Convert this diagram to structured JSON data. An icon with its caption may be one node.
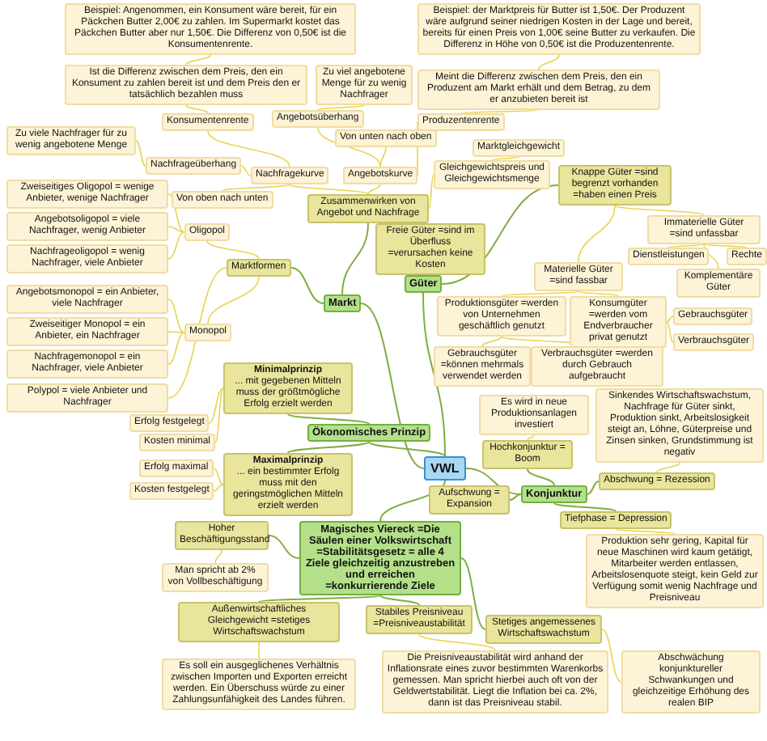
{
  "diagram": {
    "nodes": [
      {
        "text": [
          "VWL"
        ]
      },
      {
        "text": [
          "Markt"
        ]
      },
      {
        "text": [
          "Zusammenwirken von Angebot und Nachfrage"
        ]
      },
      {
        "text": [
          "Nachfragekurve"
        ]
      },
      {
        "text": [
          "Konsumentenrente"
        ]
      },
      {
        "text": [
          "Ist die Differenz zwischen dem Preis, den ein Konsument zu zahlen bereit ist und dem Preis den er tatsächlich bezahlen muss"
        ]
      },
      {
        "text": [
          "Beispiel: Angenommen, ein Konsument wäre bereit, für ein Päckchen Butter 2,00€ zu zahlen. Im Supermarkt kostet das Päckchen Butter aber nur 1,50€. Die Differenz von 0,50€ ist die Konsumentenrente."
        ]
      },
      {
        "text": [
          "Von oben nach unten"
        ]
      },
      {
        "text": [
          "Nachfrageüberhang"
        ]
      },
      {
        "text": [
          "Zu viele Nachfrager für zu wenig angebotene Menge"
        ]
      },
      {
        "text": [
          "Angebotskurve"
        ]
      },
      {
        "text": [
          "Angebotsüberhang"
        ]
      },
      {
        "text": [
          "Zu viel angebotene Menge für zu wenig Nachfrager"
        ]
      },
      {
        "text": [
          "Von unten nach oben"
        ]
      },
      {
        "text": [
          "Produzentenrente"
        ]
      },
      {
        "text": [
          "Meint die Differenz zwischen dem Preis, den ein Produzent am Markt erhält und dem Betrag, zu dem er anzubieten bereit ist"
        ]
      },
      {
        "text": [
          "Beispiel: der Marktpreis für Butter ist 1,50€. Der Produzent wäre aufgrund seiner niedrigen Kosten in der Lage und bereit, bereits für einen Preis von 1,00€ seine Butter zu verkaufen. Die Differenz in Höhe von 0,50€ ist die Produzentenrente."
        ]
      },
      {
        "text": [
          "Gleichgewichtspreis und Gleichgewichtsmenge"
        ]
      },
      {
        "text": [
          "Marktgleichgewicht"
        ]
      },
      {
        "text": [
          "Marktformen"
        ]
      },
      {
        "text": [
          "Oligopol"
        ]
      },
      {
        "text": [
          "Zweiseitiges Oligopol = wenige Anbieter, wenige Nachfrager"
        ]
      },
      {
        "text": [
          "Angebotsoligopol = viele Nachfrager, wenig Anbieter"
        ]
      },
      {
        "text": [
          "Nachfrageoligopol = wenig Nachfrager, viele Anbieter"
        ]
      },
      {
        "text": [
          "Monopol"
        ]
      },
      {
        "text": [
          "Angebotsmonopol = ein Anbieter, viele Nachfrager"
        ]
      },
      {
        "text": [
          "Zweiseitiger Monopol = ein Anbieter, ein Nachfrager"
        ]
      },
      {
        "text": [
          "Nachfragemonopol = ein Nachfrager, viele Anbieter"
        ]
      },
      {
        "text": [
          "Polypol = viele Anbieter und Nachfrager"
        ]
      },
      {
        "text": [
          "Ökonomisches Prinzip"
        ]
      },
      {
        "text": [
          "Minimalprinzip",
          "... mit gegebenen Mitteln muss der größtmögliche Erfolg erzielt werden"
        ]
      },
      {
        "text": [
          "Erfolg festgelegt"
        ]
      },
      {
        "text": [
          "Kosten minimal"
        ]
      },
      {
        "text": [
          "Maximalprinzip",
          "... ein bestimmter Erfolg muss mit den geringstmöglichen Mitteln erzielt werden"
        ]
      },
      {
        "text": [
          "Erfolg maximal"
        ]
      },
      {
        "text": [
          "Kosten festgelegt"
        ]
      },
      {
        "text": [
          "Güter"
        ]
      },
      {
        "text": [
          "Knappe Güter =sind begrenzt vorhanden =haben einen Preis"
        ]
      },
      {
        "text": [
          "Materielle Güter =sind fassbar"
        ]
      },
      {
        "text": [
          "Produktionsgüter =werden von Unternehmen geschäftlich genutzt"
        ]
      },
      {
        "text": [
          "Gebrauchsgüter =können mehrmals verwendet werden"
        ]
      },
      {
        "text": [
          "Verbrauchsgüter =werden durch Gebrauch aufgebraucht"
        ]
      },
      {
        "text": [
          "Konsumgüter =werden vom Endverbraucher privat genutzt"
        ]
      },
      {
        "text": [
          "Gebrauchsgüter"
        ]
      },
      {
        "text": [
          "Verbrauchsgüter"
        ]
      },
      {
        "text": [
          "Immaterielle Güter =sind unfassbar"
        ]
      },
      {
        "text": [
          "Rechte"
        ]
      },
      {
        "text": [
          "Komplementäre Güter"
        ]
      },
      {
        "text": [
          "Dienstleistungen"
        ]
      },
      {
        "text": [
          "Freie Güter =sind im Überfluss =verursachen keine Kosten"
        ]
      },
      {
        "text": [
          "Konjunktur"
        ]
      },
      {
        "text": [
          "Hochkonjunktur = Boom"
        ]
      },
      {
        "text": [
          "Es wird in neue Produktionsanlagen investiert"
        ]
      },
      {
        "text": [
          "Abschwung = Rezession"
        ]
      },
      {
        "text": [
          "Sinkendes Wirtschaftswachstum, Nachfrage für Güter sinkt, Produktion sinkt, Arbeitslosigkeit steigt an, Löhne, Güterpreise und Zinsen sinken, Grundstimmung ist negativ"
        ]
      },
      {
        "text": [
          "Aufschwung = Expansion"
        ]
      },
      {
        "text": [
          "Tiefphase = Depression"
        ]
      },
      {
        "text": [
          "Produktion sehr gering, Kapital für neue Maschinen wird kaum getätigt, Mitarbeiter werden entlassen, Arbeitslosenquote steigt, kein Geld zur Verfügung somit wenig Nachfrage und Preisniveau"
        ]
      },
      {
        "text": [
          "Magisches Viereck =Die Säulen einer Volkswirtschaft =Stabilitätsgesetz = alle 4 Ziele gleichzeitig anzustreben und erreichen =konkurrierende Ziele"
        ]
      },
      {
        "text": [
          "Hoher Beschäftigungsstand"
        ]
      },
      {
        "text": [
          "Man spricht ab 2% von Vollbeschäftigung"
        ]
      },
      {
        "text": [
          "Außenwirtschaftliches Gleichgewicht =stetiges Wirtschaftswachstum"
        ]
      },
      {
        "text": [
          "Es soll ein ausgeglichenes Verhältnis zwischen Importen und Exporten erreicht werden. Ein Überschuss würde zu einer Zahlungsunfähigkeit des Landes führen."
        ]
      },
      {
        "text": [
          "Stabiles Preisniveau =Preisniveaustabilität"
        ]
      },
      {
        "text": [
          "Die Preisniveaustabilität wird anhand der Inflationsrate eines zuvor bestimmten Warenkorbs gemessen. Man spricht hierbei auch oft von der Geldwertstabilität. Liegt die Inflation bei ca. 2%, dann ist das Preisniveau stabil."
        ]
      },
      {
        "text": [
          "Stetiges angemessenes Wirtschaftswachstum"
        ]
      },
      {
        "text": [
          "Abschwächung konjunktureller Schwankungen und gleichzeitige Erhöhung des realen BIP"
        ]
      }
    ],
    "edges": [
      {
        "from": 0,
        "to": 1,
        "arrow": "none",
        "color": "#7fae3e"
      },
      {
        "from": 1,
        "to": 2,
        "arrow": "none",
        "color": "#7fae3e"
      },
      {
        "from": 2,
        "to": 3,
        "arrow": "none"
      },
      {
        "from": 3,
        "to": 4,
        "arrow": "none"
      },
      {
        "from": 4,
        "to": 5,
        "arrow": "none"
      },
      {
        "from": 5,
        "to": 6,
        "arrow": "none"
      },
      {
        "from": 3,
        "to": 7,
        "arrow": "none"
      },
      {
        "from": 3,
        "to": 8,
        "arrow": "none"
      },
      {
        "from": 8,
        "to": 9,
        "arrow": "none"
      },
      {
        "from": 2,
        "to": 10,
        "arrow": "none"
      },
      {
        "from": 10,
        "to": 11,
        "arrow": "none"
      },
      {
        "from": 11,
        "to": 12,
        "arrow": "none"
      },
      {
        "from": 10,
        "to": 13,
        "arrow": "none"
      },
      {
        "from": 10,
        "to": 14,
        "arrow": "none"
      },
      {
        "from": 14,
        "to": 15,
        "arrow": "none"
      },
      {
        "from": 15,
        "to": 16,
        "arrow": "none"
      },
      {
        "from": 2,
        "to": 17,
        "arrow": "none"
      },
      {
        "from": 17,
        "to": 18,
        "arrow": "none"
      },
      {
        "from": 1,
        "to": 19,
        "arrow": "none",
        "color": "#7fae3e"
      },
      {
        "from": 19,
        "to": 20,
        "arrow": "none"
      },
      {
        "from": 20,
        "to": 21,
        "arrow": "none"
      },
      {
        "from": 20,
        "to": 22,
        "arrow": "none"
      },
      {
        "from": 20,
        "to": 23,
        "arrow": "none"
      },
      {
        "from": 19,
        "to": 24,
        "arrow": "none"
      },
      {
        "from": 24,
        "to": 25,
        "arrow": "none"
      },
      {
        "from": 24,
        "to": 26,
        "arrow": "none"
      },
      {
        "from": 24,
        "to": 27,
        "arrow": "none"
      },
      {
        "from": 19,
        "to": 28,
        "arrow": "none"
      },
      {
        "from": 0,
        "to": 29,
        "arrow": "none",
        "color": "#7fae3e"
      },
      {
        "from": 29,
        "to": 30,
        "arrow": "none",
        "color": "#7fae3e"
      },
      {
        "from": 30,
        "to": 31,
        "arrow": "none"
      },
      {
        "from": 30,
        "to": 32,
        "arrow": "none"
      },
      {
        "from": 29,
        "to": 33,
        "arrow": "none",
        "color": "#7fae3e"
      },
      {
        "from": 33,
        "to": 34,
        "arrow": "none"
      },
      {
        "from": 33,
        "to": 35,
        "arrow": "none"
      },
      {
        "from": 0,
        "to": 36,
        "arrow": "none",
        "color": "#7fae3e"
      },
      {
        "from": 36,
        "to": 37,
        "arrow": "none",
        "color": "#7fae3e"
      },
      {
        "from": 37,
        "to": 38,
        "arrow": "none"
      },
      {
        "from": 38,
        "to": 39,
        "arrow": "none"
      },
      {
        "from": 39,
        "to": 40,
        "arrow": "none"
      },
      {
        "from": 39,
        "to": 41,
        "arrow": "none"
      },
      {
        "from": 38,
        "to": 42,
        "arrow": "none"
      },
      {
        "from": 42,
        "to": 43,
        "arrow": "none"
      },
      {
        "from": 42,
        "to": 44,
        "arrow": "none"
      },
      {
        "from": 37,
        "to": 45,
        "arrow": "none"
      },
      {
        "from": 45,
        "to": 46,
        "arrow": "none"
      },
      {
        "from": 45,
        "to": 47,
        "arrow": "none"
      },
      {
        "from": 45,
        "to": 48,
        "arrow": "none"
      },
      {
        "from": 36,
        "to": 49,
        "arrow": "none",
        "color": "#7fae3e"
      },
      {
        "from": 0,
        "to": 50,
        "arrow": "none",
        "color": "#7fae3e"
      },
      {
        "from": 50,
        "to": 51,
        "arrow": "none",
        "color": "#7fae3e"
      },
      {
        "from": 51,
        "to": 52,
        "arrow": "none"
      },
      {
        "from": 50,
        "to": 53,
        "arrow": "none",
        "color": "#7fae3e"
      },
      {
        "from": 53,
        "to": 54,
        "arrow": "none"
      },
      {
        "from": 50,
        "to": 55,
        "arrow": "none",
        "color": "#7fae3e"
      },
      {
        "from": 50,
        "to": 56,
        "arrow": "none",
        "color": "#7fae3e"
      },
      {
        "from": 56,
        "to": 57,
        "arrow": "none"
      },
      {
        "from": 0,
        "to": 58,
        "arrow": "none",
        "color": "#7fae3e"
      },
      {
        "from": 58,
        "to": 59,
        "arrow": "none",
        "color": "#7fae3e"
      },
      {
        "from": 59,
        "to": 60,
        "arrow": "none"
      },
      {
        "from": 58,
        "to": 61,
        "arrow": "none",
        "color": "#7fae3e"
      },
      {
        "from": 61,
        "to": 62,
        "arrow": "none"
      },
      {
        "from": 58,
        "to": 63,
        "arrow": "none",
        "color": "#7fae3e"
      },
      {
        "from": 63,
        "to": 64,
        "arrow": "none"
      },
      {
        "from": 58,
        "to": 65,
        "arrow": "none",
        "color": "#7fae3e"
      },
      {
        "from": 65,
        "to": 66,
        "arrow": "none"
      }
    ]
  }
}
